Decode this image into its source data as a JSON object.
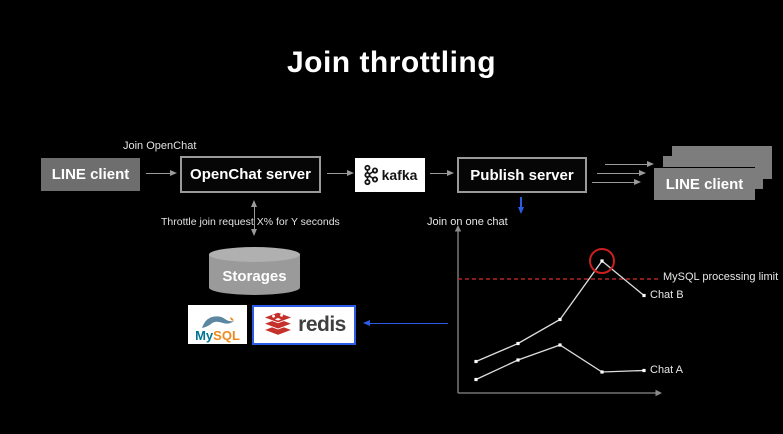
{
  "title": "Join throttling",
  "flow": {
    "join_label": "Join OpenChat",
    "line_client_left": "LINE client",
    "openchat_server": "OpenChat server",
    "kafka_label": "kafka",
    "publish_server": "Publish server",
    "line_client_right": "LINE client",
    "throttle_label": "Throttle join request X% for Y seconds"
  },
  "storage": {
    "storages_label": "Storages",
    "mysql_my": "My",
    "mysql_sql": "SQL",
    "redis_label": "redis"
  },
  "chart": {
    "title": "Join on one chat",
    "limit_label": "MySQL processing limit",
    "series_b_label": "Chat B",
    "series_a_label": "Chat A"
  },
  "chart_data": {
    "type": "line",
    "title": "Join on one chat",
    "x": [
      1,
      2,
      3,
      4,
      5
    ],
    "series": [
      {
        "name": "Chat B",
        "values": [
          21,
          33,
          49,
          88,
          65
        ]
      },
      {
        "name": "Chat A",
        "values": [
          9,
          22,
          32,
          14,
          15
        ]
      }
    ],
    "limit": {
      "label": "MySQL processing limit",
      "value": 76
    },
    "annotations": [
      {
        "type": "circle",
        "series": "Chat B",
        "point_index": 3
      }
    ],
    "axes": {
      "x_label": "",
      "y_label": "",
      "ticks": "none",
      "ylim": [
        0,
        100
      ]
    },
    "grid": false,
    "legend_position": "inline-right"
  },
  "colors": {
    "background": "#000000",
    "gray_box": "#6e6e6e",
    "stack_box": "#7d7d7d",
    "arrow_gray": "#9a9a9a",
    "accent_blue": "#2b5ce6",
    "line_gray": "#dddddd",
    "limit_red": "#b32424",
    "circle_red": "#cc1f1f",
    "mysql_blue": "#00758f",
    "mysql_orange": "#ef8b1d",
    "redis_red": "#c6302b"
  }
}
